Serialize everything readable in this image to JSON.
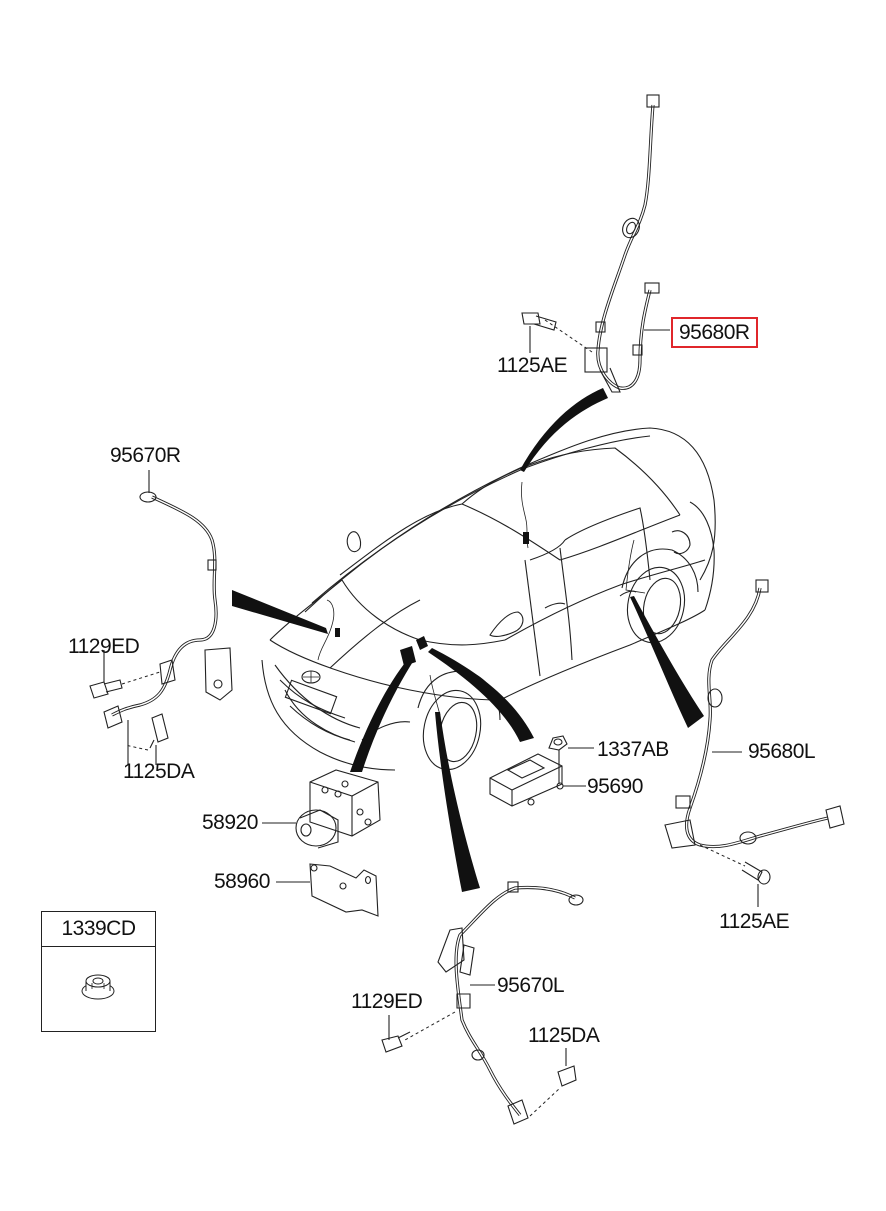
{
  "diagram": {
    "title": "ABS wheel speed sensor and HECU parts diagram",
    "highlight_color": "#e0262b",
    "callouts": [
      {
        "id": "95680R",
        "label": "95680R",
        "description": "rear right wheel speed sensor",
        "highlighted": true
      },
      {
        "id": "1125AE_top",
        "label": "1125AE",
        "description": "bolt",
        "highlighted": false
      },
      {
        "id": "95670R",
        "label": "95670R",
        "description": "front right wheel speed sensor",
        "highlighted": false
      },
      {
        "id": "1129ED_left",
        "label": "1129ED",
        "description": "bolt",
        "highlighted": false
      },
      {
        "id": "1125DA_left",
        "label": "1125DA",
        "description": "bolt",
        "highlighted": false
      },
      {
        "id": "1337AB",
        "label": "1337AB",
        "description": "nut",
        "highlighted": false
      },
      {
        "id": "95690",
        "label": "95690",
        "description": "sensor module",
        "highlighted": false
      },
      {
        "id": "95680L",
        "label": "95680L",
        "description": "rear left wheel speed sensor",
        "highlighted": false
      },
      {
        "id": "58920",
        "label": "58920",
        "description": "ABS hydraulic unit",
        "highlighted": false
      },
      {
        "id": "58960",
        "label": "58960",
        "description": "bracket",
        "highlighted": false
      },
      {
        "id": "1125AE_right",
        "label": "1125AE",
        "description": "bolt",
        "highlighted": false
      },
      {
        "id": "95670L",
        "label": "95670L",
        "description": "front left wheel speed sensor",
        "highlighted": false
      },
      {
        "id": "1129ED_bottom",
        "label": "1129ED",
        "description": "bolt",
        "highlighted": false
      },
      {
        "id": "1125DA_bottom",
        "label": "1125DA",
        "description": "bolt",
        "highlighted": false
      }
    ],
    "legend": {
      "part_number": "1339CD",
      "icon": "flange-nut-icon"
    }
  }
}
